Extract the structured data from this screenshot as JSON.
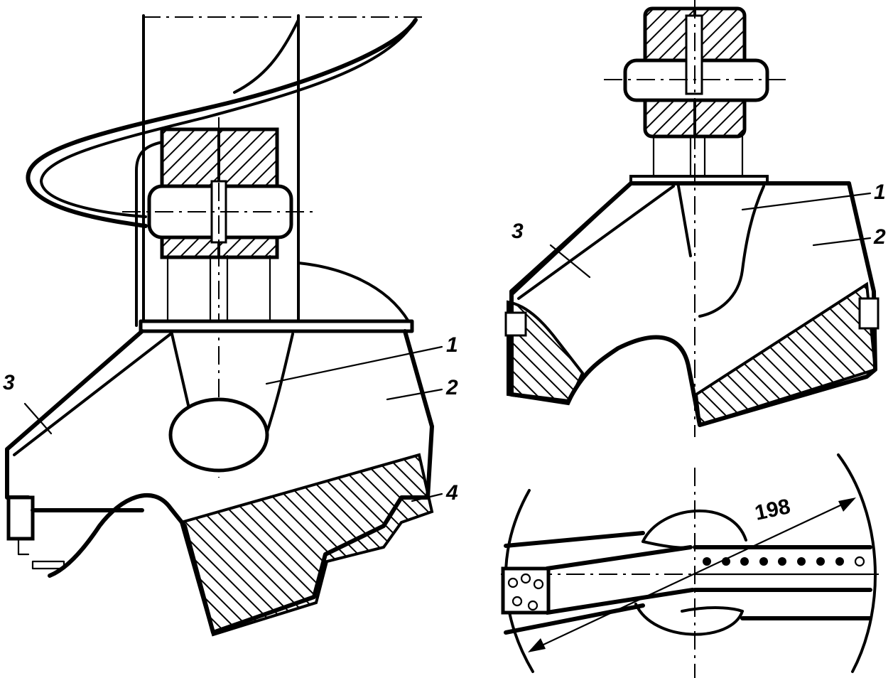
{
  "labels": {
    "left_view": {
      "part_1": "1",
      "part_2": "2",
      "part_3": "3",
      "part_4": "4"
    },
    "right_view": {
      "part_1": "1",
      "part_2": "2",
      "part_3": "3"
    },
    "plan_view": {
      "diameter": "198"
    }
  }
}
